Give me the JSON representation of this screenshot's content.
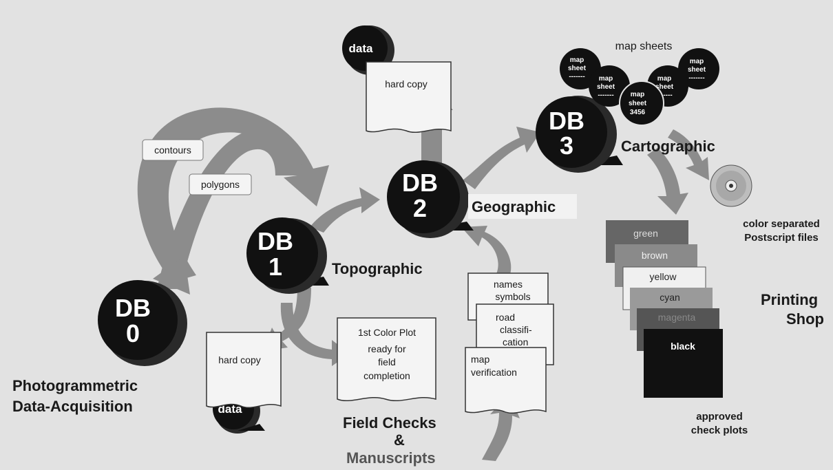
{
  "databases": {
    "db0": {
      "line1": "DB",
      "line2": "0"
    },
    "db1": {
      "line1": "DB",
      "line2": "1"
    },
    "db2": {
      "line1": "DB",
      "line2": "2"
    },
    "db3": {
      "line1": "DB",
      "line2": "3"
    }
  },
  "labels": {
    "photogrammetric": "Photogrammetric",
    "data_acquisition": "Data-Acquisition",
    "topographic": "Topographic",
    "geographic": "Geographic",
    "cartographic": "Cartographic",
    "field_checks": "Field Checks",
    "ampersand": "&",
    "manuscripts": "Manuscripts",
    "printing": "Printing",
    "shop": "Shop",
    "map_sheets": "map sheets",
    "color_separated": "color separated",
    "postscript_files": "Postscript files",
    "approved": "approved",
    "check_plots": "check plots"
  },
  "tags": {
    "contours": "contours",
    "polygons": "polygons"
  },
  "documents": {
    "hard_copy_top": "hard copy",
    "hard_copy_bottom": "hard copy",
    "data_top": "data",
    "data_bottom": "data",
    "color_plot_1": "1st  Color Plot",
    "color_plot_2": "ready for",
    "color_plot_3": "field",
    "color_plot_4": "completion",
    "names_1": "names",
    "names_2": "symbols",
    "road_1": "road",
    "road_2": "classifi-",
    "road_3": "cation",
    "verify_1": "map",
    "verify_2": "verification"
  },
  "map_sheet_disks": {
    "line1": "map",
    "line2": "sheet",
    "line3": "-------",
    "center_id": "3456"
  },
  "color_sheets": [
    "green",
    "brown",
    "yellow",
    "cyan",
    "magenta",
    "black"
  ],
  "colors": {
    "arrow": "#8c8c8c",
    "disk": "#111111",
    "page": "#f4f4f4"
  }
}
